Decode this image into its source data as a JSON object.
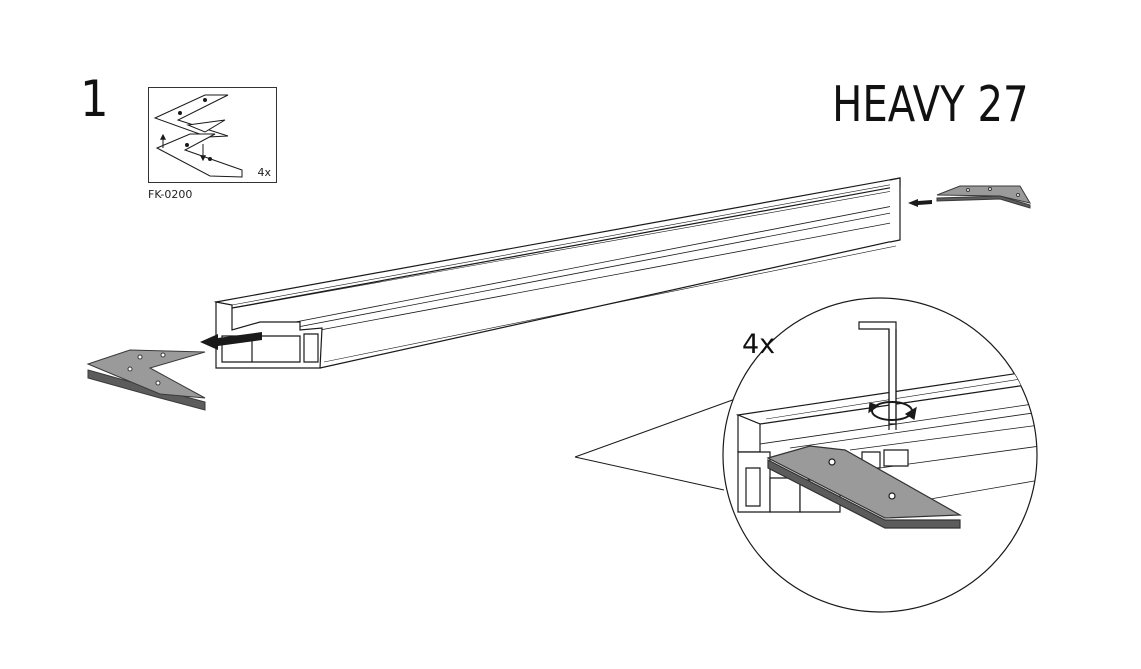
{
  "step": {
    "number": "1"
  },
  "product": {
    "title": "HEAVY 27"
  },
  "part": {
    "code": "FK-0200",
    "quantity": "4x",
    "icon": "corner-connector-icon"
  },
  "detail": {
    "quantity": "4x",
    "tool": "hex-key-icon"
  },
  "colors": {
    "line": "#1a1a1a",
    "plate_fill": "#9a9a9a",
    "plate_edge": "#5c5c5c",
    "profile_fill": "#ffffff",
    "background": "#ffffff"
  }
}
